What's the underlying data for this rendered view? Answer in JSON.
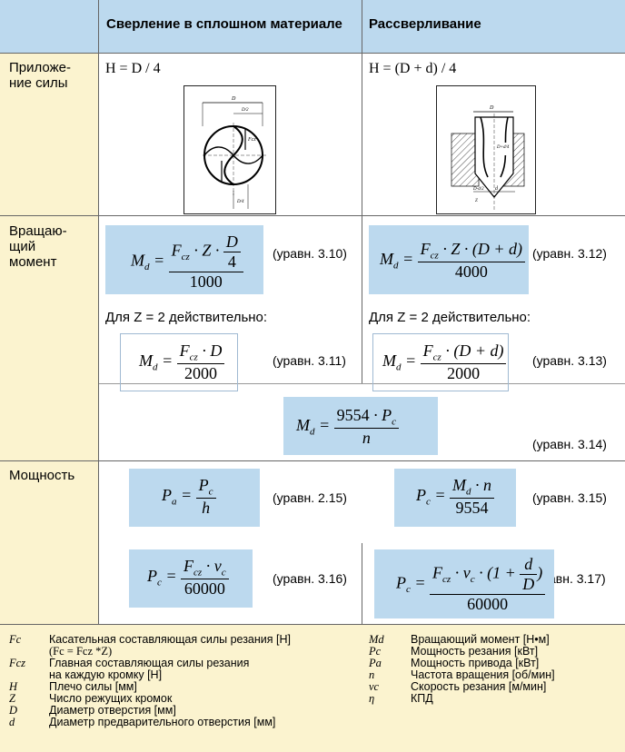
{
  "header": {
    "col1": "Сверление в сплошном материале",
    "col2": "Рассверливание"
  },
  "rows": {
    "force": "Приложе-ние силы",
    "torque": "Вращаю-щий момент",
    "power": "Мощность"
  },
  "force_row": {
    "h1": "H = D / 4",
    "h2": "H = (D + d) / 4",
    "fig1": {
      "D": "D",
      "D2": "D/2",
      "D4": "D/4",
      "Fcz": "Fcz"
    },
    "fig2": {
      "D": "D",
      "DD4": "D+d/4",
      "Dd2": "D-d/2",
      "Z": "Z",
      "d": "d"
    }
  },
  "torque_row": {
    "eq310": "(уравн. 3.10)",
    "eq312": "(уравн. 3.12)",
    "z2_left": "Для Z = 2 действительно:",
    "z2_right": "Для Z = 2 действительно:",
    "eq311": "(уравн. 3.11)",
    "eq313": "(уравн. 3.13)",
    "eq314": "(уравн. 3.14)"
  },
  "power_row": {
    "eq215": "(уравн. 2.15)",
    "eq315": "(уравн. 3.15)",
    "eq316": "(уравн. 3.16)",
    "eq317": "авн. 3.17)"
  },
  "legend_left": [
    {
      "sym": "Fc",
      "text": "Касательная составляющая силы резания [Н]"
    },
    {
      "sym": "",
      "text": "(Fc = Fcz *Z)"
    },
    {
      "sym": "Fcz",
      "text": "Главная составляющая силы резания"
    },
    {
      "sym": "",
      "text": "на каждую кромку [Н]"
    },
    {
      "sym": "H",
      "text": "Плечо силы [мм]"
    },
    {
      "sym": "Z",
      "text": "Число режущих кромок"
    },
    {
      "sym": "D",
      "text": "Диаметр отверстия [мм]"
    },
    {
      "sym": "d",
      "text": "Диаметр предварительного отверстия [мм]"
    }
  ],
  "legend_right": [
    {
      "sym": "Md",
      "text": "Вращающий момент [Н•м]"
    },
    {
      "sym": "Pc",
      "text": "Мощность резания [кВт]"
    },
    {
      "sym": "Pa",
      "text": "Мощность привода [кВт]"
    },
    {
      "sym": "n",
      "text": "Частота вращения [об/мин]"
    },
    {
      "sym": "vc",
      "text": "Скорость резания [м/мин]"
    },
    {
      "sym": "η",
      "text": "КПД"
    }
  ]
}
